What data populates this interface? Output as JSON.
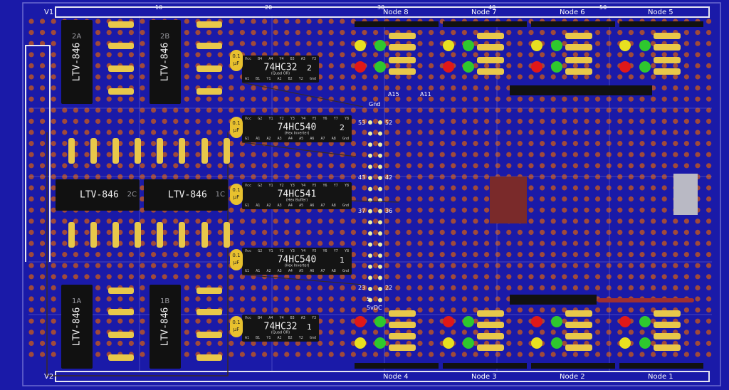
{
  "board": {
    "background": "#1a1aa8",
    "pad_color": "#a04a3a",
    "rail_color": "#e6e6f2",
    "rail_labels": {
      "top": "V1",
      "bottom": "V2"
    },
    "column_ticks": [
      "10",
      "20",
      "30",
      "40",
      "50"
    ]
  },
  "chips": [
    {
      "name": "74HC32",
      "desc": "(Quad OR)",
      "num": "2",
      "top_pins": [
        "Vcc",
        "B4",
        "A4",
        "Y4",
        "B3",
        "A3",
        "Y3"
      ],
      "bottom_pins": [
        "A1",
        "B1",
        "Y1",
        "A2",
        "B2",
        "Y2",
        "Gnd"
      ]
    },
    {
      "name": "74HC540",
      "desc": "(Hex Inverter)",
      "num": "2",
      "top_pins": [
        "Vcc",
        "G2",
        "Y1",
        "Y2",
        "Y3",
        "Y4",
        "Y5",
        "Y6",
        "Y7",
        "Y8"
      ],
      "bottom_pins": [
        "G1",
        "A1",
        "A2",
        "A3",
        "A4",
        "A5",
        "A6",
        "A7",
        "A8",
        "Gnd"
      ]
    },
    {
      "name": "74HC541",
      "desc": "(Hex Buffer)",
      "num": "",
      "top_pins": [
        "Vcc",
        "G2",
        "Y1",
        "Y2",
        "Y3",
        "Y4",
        "Y5",
        "Y6",
        "Y7",
        "Y8"
      ],
      "bottom_pins": [
        "G1",
        "A1",
        "A2",
        "A3",
        "A4",
        "A5",
        "A6",
        "A7",
        "A8",
        "Gnd"
      ]
    },
    {
      "name": "74HC540",
      "desc": "(Hex Inverter)",
      "num": "1",
      "top_pins": [
        "Vcc",
        "G2",
        "Y1",
        "Y2",
        "Y3",
        "Y4",
        "Y5",
        "Y6",
        "Y7",
        "Y8"
      ],
      "bottom_pins": [
        "G1",
        "A1",
        "A2",
        "A3",
        "A4",
        "A5",
        "A6",
        "A7",
        "A8",
        "Gnd"
      ]
    },
    {
      "name": "74HC32",
      "desc": "(Quad OR)",
      "num": "1",
      "top_pins": [
        "Vcc",
        "B4",
        "A4",
        "Y4",
        "B3",
        "A3",
        "Y3"
      ],
      "bottom_pins": [
        "A1",
        "B1",
        "Y1",
        "A2",
        "B2",
        "Y2",
        "Gnd"
      ]
    }
  ],
  "capacitors": [
    {
      "value": "0.1",
      "unit": "µF"
    },
    {
      "value": "0.1",
      "unit": "µF"
    },
    {
      "value": "0.1",
      "unit": "µF"
    },
    {
      "value": "0.1",
      "unit": "µF"
    },
    {
      "value": "0.1",
      "unit": "µF"
    }
  ],
  "optocouplers": [
    {
      "name": "LTV-846",
      "id": "2A"
    },
    {
      "name": "LTV-846",
      "id": "2B"
    },
    {
      "name": "LTV-846",
      "id": "2C"
    },
    {
      "name": "LTV-846",
      "id": "1C"
    },
    {
      "name": "LTV-846",
      "id": "1A"
    },
    {
      "name": "LTV-846",
      "id": "1B"
    }
  ],
  "nodes_top": [
    "Node 8",
    "Node 7",
    "Node 6",
    "Node 5"
  ],
  "nodes_bottom": [
    "Node 4",
    "Node 3",
    "Node 2",
    "Node 1"
  ],
  "header_pins": [
    "A15",
    "A11",
    "Gnd",
    "53",
    "52",
    "43",
    "42",
    "37",
    "36",
    "23",
    "22",
    "5",
    "5vDC"
  ],
  "colors": {
    "led_red": "#e01818",
    "led_green": "#2ec82e",
    "led_yellow": "#e8e020",
    "resistor": "#e8c84a",
    "chip": "#141414",
    "relay": "#7a2a2a",
    "wire": "#3a2a24"
  }
}
